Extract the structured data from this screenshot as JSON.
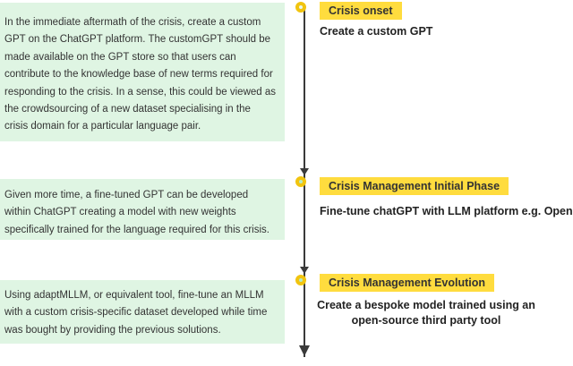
{
  "diagram": {
    "type": "vertical-timeline",
    "colors": {
      "description_box_bg": "#DFF5E3",
      "title_highlight": "#FFDC3E",
      "marker_ring": "#F1C40F",
      "marker_fill_first": "#E9F8EC",
      "marker_fill": "#B7EAC2",
      "axis_line": "#3A3A3A",
      "text": "#333333"
    },
    "items": [
      {
        "title": "Crisis onset",
        "subtitle_lines": [
          "Create a custom GPT"
        ],
        "description": "In the immediate aftermath of the crisis, create a custom GPT on the ChatGPT platform. The customGPT should be made available on the GPT store so that users can contribute to the knowledge base of new terms required for responding to the crisis. In a sense, this could be viewed as the crowdsourcing of a new dataset specialising in the crisis domain for a particular language pair."
      },
      {
        "title": "Crisis Management Initial Phase",
        "subtitle_lines": [
          "Fine-tune chatGPT with LLM platform e.g. OpenAI"
        ],
        "description": "Given more time, a fine-tuned GPT can be developed within ChatGPT creating a model with new weights specifically trained for the language required for this crisis."
      },
      {
        "title": "Crisis Management Evolution",
        "subtitle_lines": [
          "Create a bespoke model trained using an",
          "open-source third party tool"
        ],
        "description": "Using adaptMLLM, or equivalent tool, fine-tune an MLLM with a custom crisis-specific dataset developed while time was bought by providing the previous solutions."
      }
    ]
  }
}
